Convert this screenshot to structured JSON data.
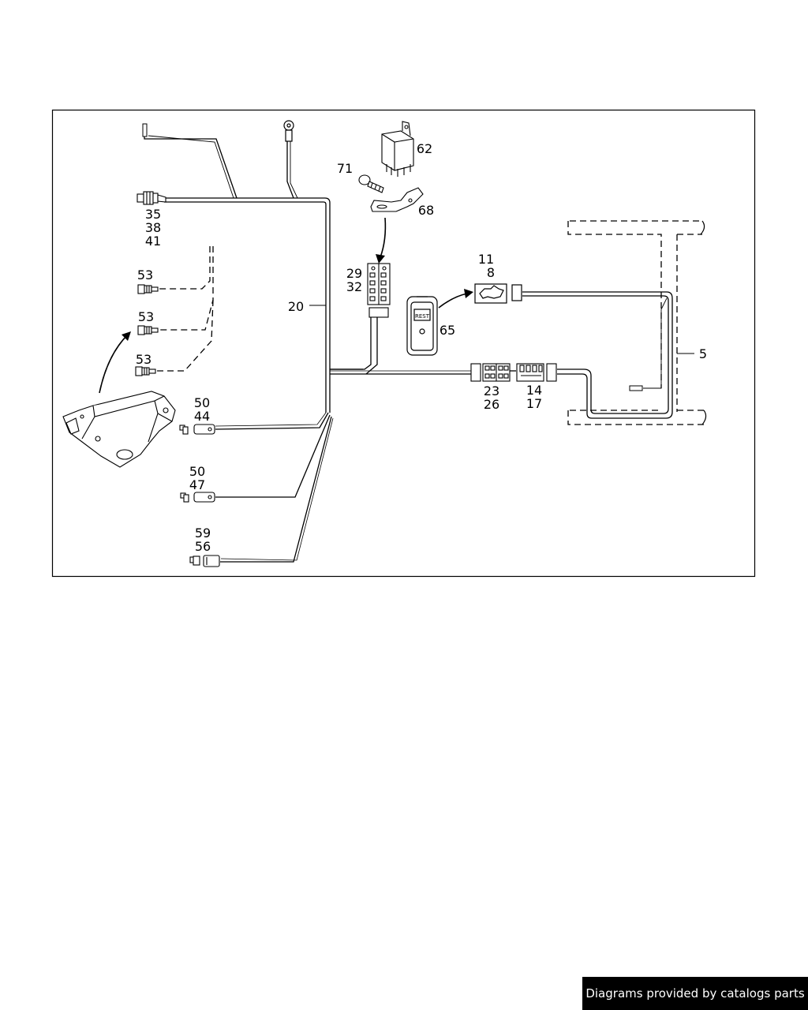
{
  "callouts": {
    "c35": "35",
    "c38": "38",
    "c41": "41",
    "c53a": "53",
    "c53b": "53",
    "c53c": "53",
    "c20": "20",
    "c50a": "50",
    "c44": "44",
    "c50b": "50",
    "c47": "47",
    "c59": "59",
    "c56": "56",
    "c62": "62",
    "c71": "71",
    "c68": "68",
    "c29": "29",
    "c32": "32",
    "c11": "11",
    "c8": "8",
    "c65": "65",
    "c23": "23",
    "c26": "26",
    "c14": "14",
    "c17": "17",
    "c5": "5"
  },
  "switch_text": "REST",
  "footer": {
    "text": "Diagrams provided by catalogs parts"
  }
}
